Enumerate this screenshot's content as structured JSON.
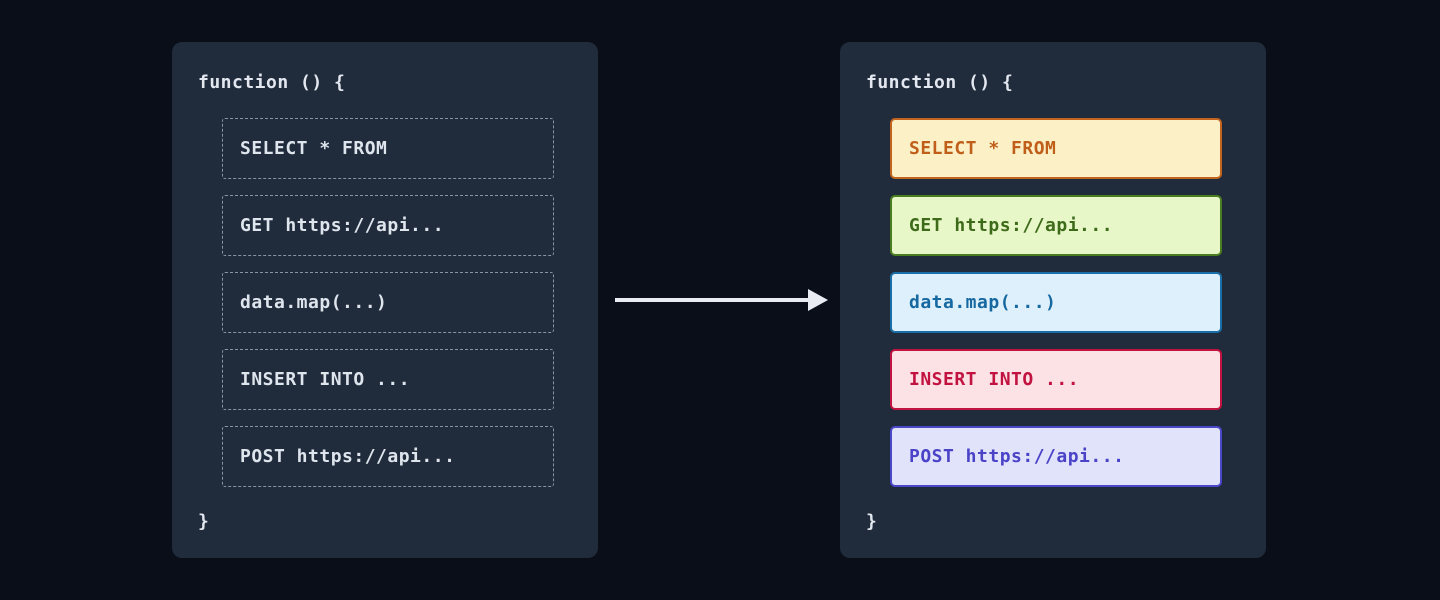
{
  "diagram": {
    "background": "#0a0e18",
    "panel_background": "#202b3c",
    "code_text_color": "#e3e8f0",
    "dashed_border_color": "#8b94a5",
    "arrow_color": "#e9edf3"
  },
  "left_panel": {
    "header": "function () {",
    "footer": "}",
    "items": [
      {
        "label": "SELECT * FROM"
      },
      {
        "label": "GET https://api..."
      },
      {
        "label": "data.map(...)"
      },
      {
        "label": "INSERT INTO ..."
      },
      {
        "label": "POST https://api..."
      }
    ]
  },
  "right_panel": {
    "header": "function () {",
    "footer": "}",
    "items": [
      {
        "label": "SELECT * FROM",
        "bg": "#fbf0c6",
        "border": "#c2641e",
        "text": "#c05f1a"
      },
      {
        "label": "GET https://api...",
        "bg": "#e8f7c8",
        "border": "#4a7d20",
        "text": "#3d6b1a"
      },
      {
        "label": "data.map(...)",
        "bg": "#def0fb",
        "border": "#1b6fa8",
        "text": "#1668a0"
      },
      {
        "label": "INSERT INTO ...",
        "bg": "#fce1e5",
        "border": "#c11240",
        "text": "#c11240"
      },
      {
        "label": "POST https://api...",
        "bg": "#e1e3fa",
        "border": "#4a47c9",
        "text": "#4a43c8"
      }
    ]
  }
}
